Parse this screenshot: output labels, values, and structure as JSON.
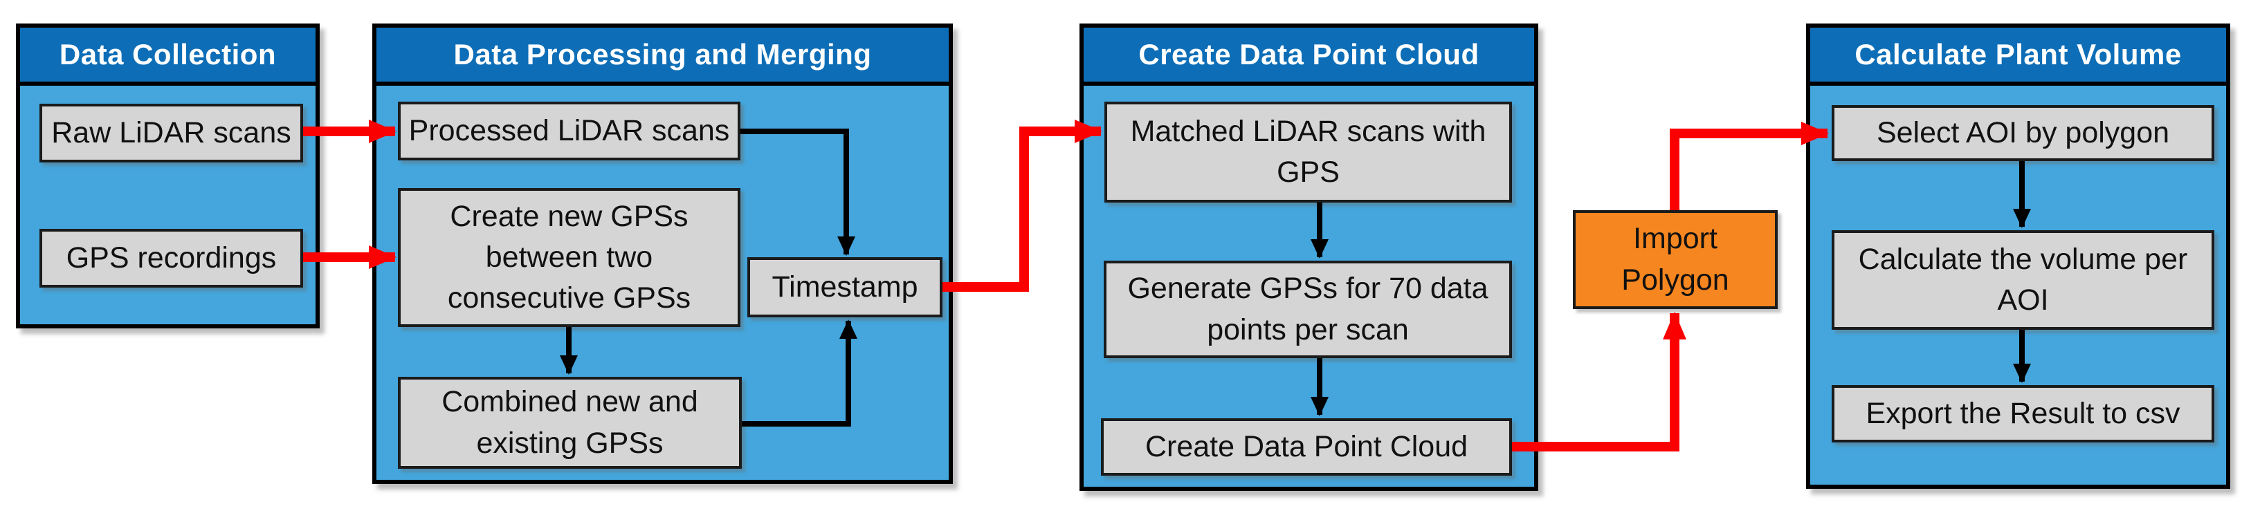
{
  "panels": [
    {
      "title": "Data Collection",
      "boxes": [
        {
          "label": "Raw LiDAR scans"
        },
        {
          "label": "GPS recordings"
        }
      ]
    },
    {
      "title": "Data Processing and Merging",
      "boxes": [
        {
          "label": "Processed LiDAR scans"
        },
        {
          "label": "Create new GPSs\nbetween two\nconsecutive GPSs"
        },
        {
          "label": "Combined new and\nexisting GPSs"
        },
        {
          "label": "Timestamp"
        }
      ]
    },
    {
      "title": "Create Data Point Cloud",
      "boxes": [
        {
          "label": "Matched LiDAR scans with\nGPS"
        },
        {
          "label": "Generate GPSs for 70 data\npoints per scan"
        },
        {
          "label": "Create Data Point Cloud"
        }
      ]
    },
    {
      "title": "Calculate Plant Volume",
      "boxes": [
        {
          "label": "Select AOI by polygon"
        },
        {
          "label": "Calculate the volume per\nAOI"
        },
        {
          "label": "Export the Result to csv"
        }
      ]
    }
  ],
  "import_polygon": {
    "label": "Import\nPolygon"
  },
  "colors": {
    "panel_header_blue": "#0D6EB7",
    "panel_body_blue": "#44A6DC",
    "process_box_gray": "#D5D5D5",
    "box_border_black": "#1B1B1B",
    "import_polygon_orange": "#F6861F",
    "flow_arrow_red": "#FB0000",
    "flow_arrow_black": "#000000"
  }
}
